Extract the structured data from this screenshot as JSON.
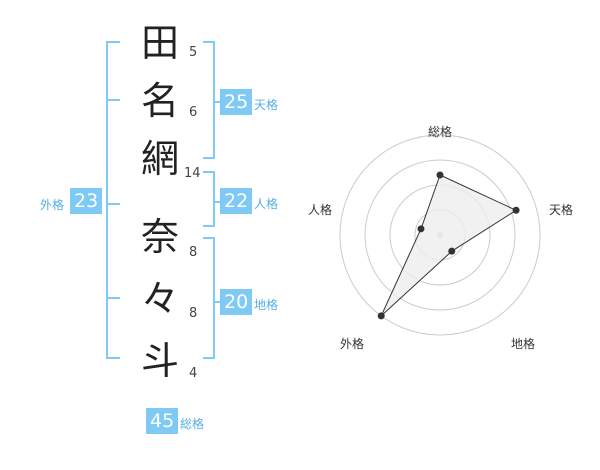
{
  "name_chars": [
    {
      "char": "田",
      "strokes": "5"
    },
    {
      "char": "名",
      "strokes": "6"
    },
    {
      "char": "網",
      "strokes": "14"
    },
    {
      "char": "奈",
      "strokes": "8"
    },
    {
      "char": "々",
      "strokes": "8"
    },
    {
      "char": "斗",
      "strokes": "4"
    }
  ],
  "fortunes": {
    "tenkaku": {
      "value": "25",
      "label": "天格"
    },
    "jinkaku": {
      "value": "22",
      "label": "人格"
    },
    "chikaku": {
      "value": "20",
      "label": "地格"
    },
    "gaikaku": {
      "value": "23",
      "label": "外格"
    },
    "soukaku": {
      "value": "45",
      "label": "総格"
    }
  },
  "chart_data": {
    "type": "radar",
    "axes": [
      "総格",
      "天格",
      "地格",
      "外格",
      "人格"
    ],
    "values": [
      3,
      4,
      1,
      5,
      1
    ],
    "max": 5,
    "grid_rings": 4,
    "colors": {
      "fill": "#eeeeee",
      "line": "#333333",
      "grid": "#cccccc"
    }
  }
}
